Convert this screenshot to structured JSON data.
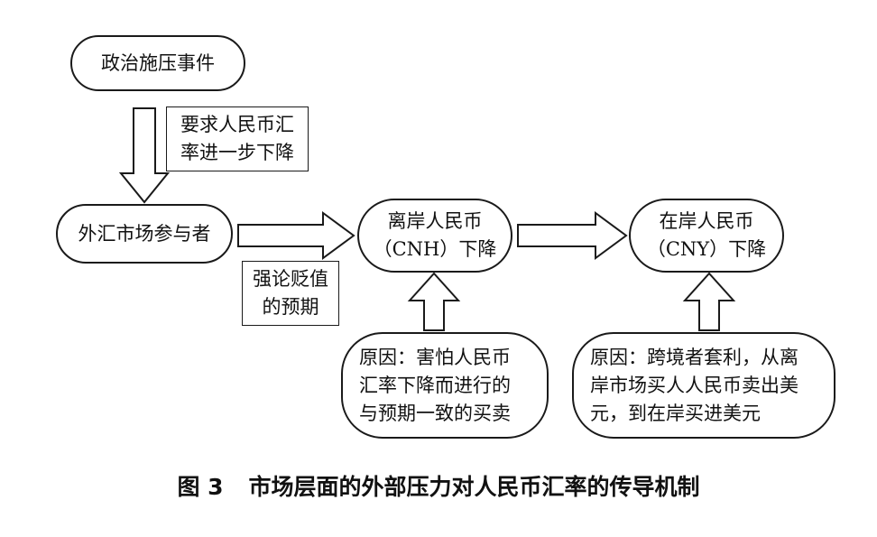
{
  "nodes": {
    "political_pressure": "政治施压事件",
    "fx_participants": "外汇市场参与者",
    "cnh_decline": "离岸人民币\n（CNH）下降",
    "cny_decline": "在岸人民币\n（CNY）下降",
    "reason_cnh": "原因：害怕人民币\n汇率下降而进行的\n与预期一致的买卖",
    "reason_cny": "原因：跨境者套利，从离\n岸市场买人人民币卖出美\n元，到在岸买进美元"
  },
  "labels": {
    "demand_decline": "要求人民币汇\n率进一步下降",
    "devaluation_expectation": "强论贬值\n的预期"
  },
  "caption": {
    "figure_number": "图 3",
    "title": "市场层面的外部压力对人民币汇率的传导机制"
  }
}
